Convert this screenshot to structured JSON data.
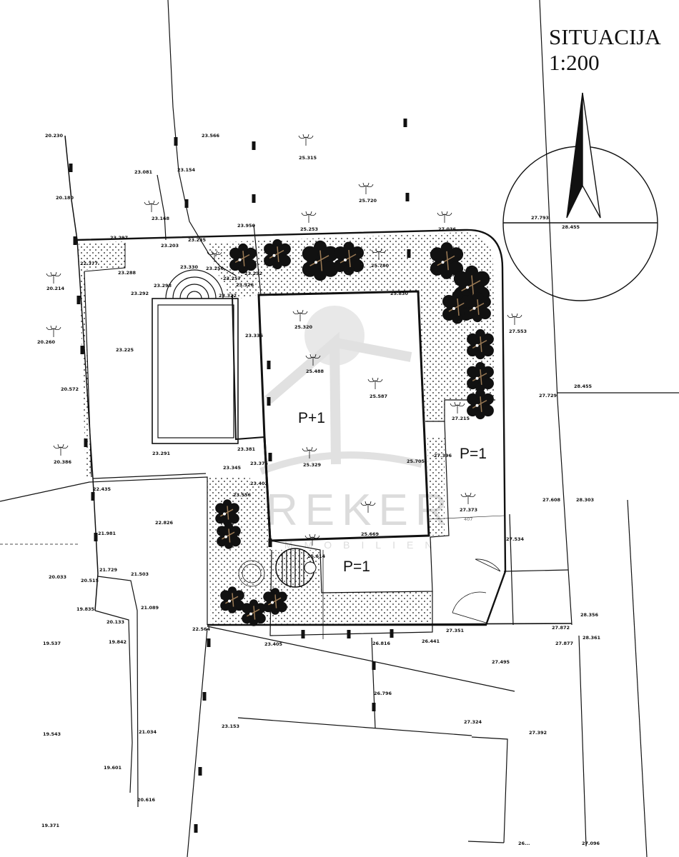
{
  "title": {
    "name": "SITUACIJA",
    "scale": "1:200"
  },
  "rooms": {
    "main_house": "P+1",
    "garage": "P=1",
    "annex": "P=1",
    "dimension": "407"
  },
  "watermark": {
    "brand": "REKER",
    "sub": "IMMOBILIEN"
  },
  "elevations": [
    "20.230",
    "23.566",
    "25.315",
    "23.081",
    "23.154",
    "25.720",
    "20.180",
    "23.168",
    "23.950",
    "25.253",
    "27.036",
    "23.297",
    "23.203",
    "23.235",
    "22.377",
    "23.288",
    "25.780",
    "23.330",
    "23.256",
    "23.257",
    "23.232",
    "23.298",
    "23.292",
    "23.326",
    "20.214",
    "23.322",
    "25.830",
    "25.320",
    "23.336",
    "27.553",
    "20.260",
    "23.225",
    "25.488",
    "20.572",
    "25.587",
    "27.729",
    "28.455",
    "27.215",
    "23.381",
    "23.291",
    "27.396",
    "20.386",
    "25.705",
    "23.375",
    "23.345",
    "25.329",
    "23.402",
    "22.435",
    "27.373",
    "23.556",
    "25.669",
    "27.608",
    "28.303",
    "22.826",
    "21.981",
    "27.534",
    "25.614",
    "21.729",
    "21.503",
    "20.033",
    "20.515",
    "21.089",
    "19.835",
    "28.356",
    "20.133",
    "22.564",
    "27.351",
    "27.872",
    "19.537",
    "19.842",
    "23.405",
    "26.816",
    "26.441",
    "27.877",
    "28.361",
    "27.495",
    "26.796",
    "23.153",
    "27.324",
    "27.392",
    "21.034",
    "19.543",
    "19.601",
    "20.616",
    "19.371",
    "26...",
    "27.096",
    "27.793",
    "28.455"
  ],
  "colors": {
    "line": "#111111",
    "tree_branch": "#9a7a55",
    "watermark": "#d9d9d9"
  }
}
